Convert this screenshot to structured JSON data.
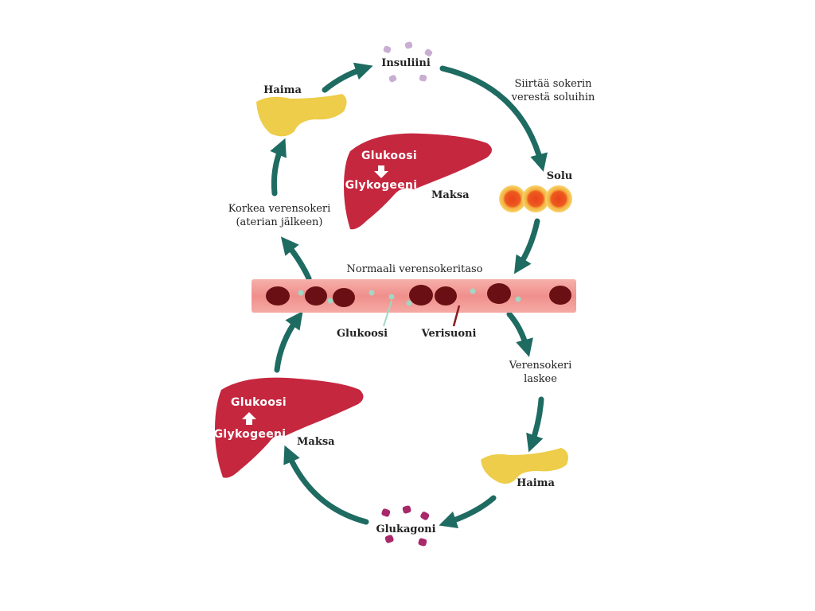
{
  "labels": {
    "insuliini": "Insuliini",
    "haima_top": "Haima",
    "siirtaa_line1": "Siirtää sokerin",
    "siirtaa_line2": "verestä soluihin",
    "solu": "Solu",
    "maksa_top": "Maksa",
    "korkea_line1": "Korkea verensokeri",
    "korkea_line2": "(aterian jälkeen)",
    "normaali": "Normaali verensokeritaso",
    "glukoosi": "Glukoosi",
    "verisuoni": "Verisuoni",
    "laskee_line1": "Verensokeri",
    "laskee_line2": "laskee",
    "haima_bottom": "Haima",
    "maksa_bottom": "Maksa",
    "glukagoni": "Glukagoni"
  },
  "liver_top": {
    "from": "Glukoosi",
    "to": "Glykogeeni"
  },
  "liver_bottom": {
    "from": "Glukoosi",
    "to": "Glykogeeni"
  },
  "colors": {
    "arrow": "#1e6b62",
    "liver": "#c5273f",
    "pancreas": "#ecc93a",
    "vessel": "#f19a96",
    "blood_cell": "#6a0f14",
    "cell_outer": "#f4c34a",
    "cell_inner": "#e8431c",
    "insulin": "#c9aed3",
    "glucagon": "#a8286a",
    "glucose_dot": "#9fd8c4"
  }
}
